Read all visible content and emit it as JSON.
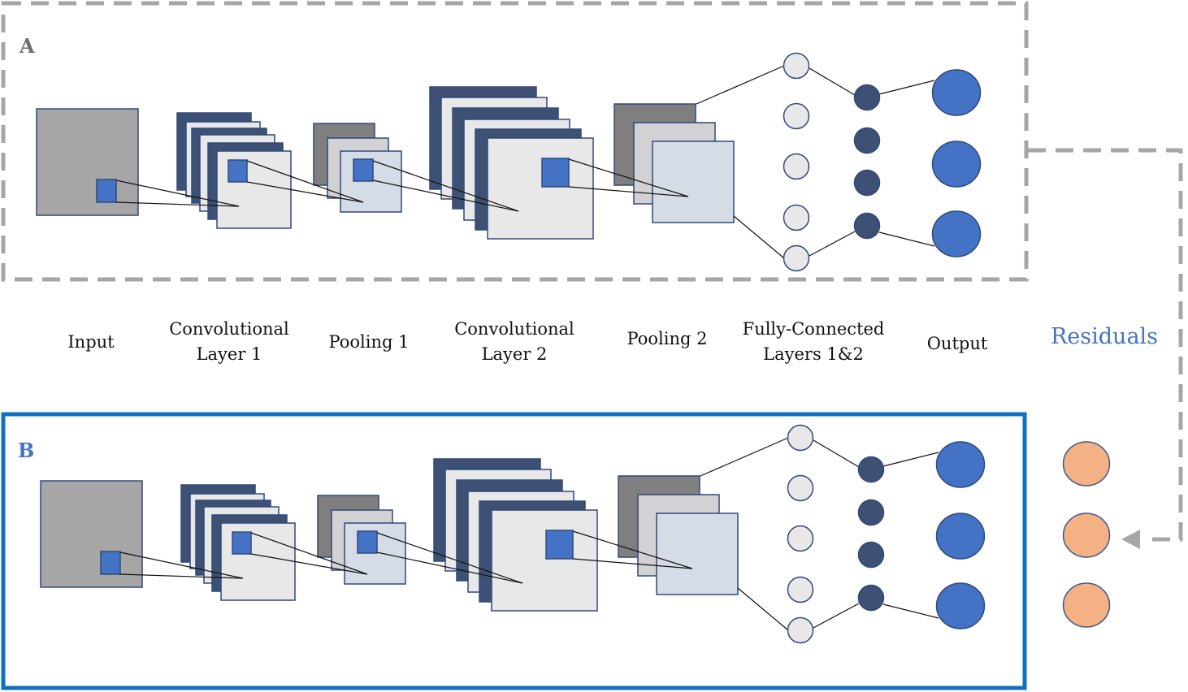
{
  "panel_a_letter": "A",
  "panel_b_letter": "B",
  "labels": {
    "input": "Input",
    "conv1_line1": "Convolutional",
    "conv1_line2": "Layer 1",
    "pool1": "Pooling 1",
    "conv2_line1": "Convolutional",
    "conv2_line2": "Layer 2",
    "pool2": "Pooling 2",
    "fc_line1": "Fully-Connected",
    "fc_line2": "Layers 1&2",
    "output": "Output"
  },
  "residuals_label": "Residuals",
  "colors": {
    "dashed_frame": "#a6a6a6",
    "panel_b_frame": "#0f70c0",
    "dark_navy": "#3e5073",
    "highlight_blue": "#4472c4",
    "input_gray": "#a6a6a6",
    "pool_dark_gray": "#7f7f7f",
    "light_gray": "#e8e8e8",
    "light_blue_gray": "#d6dce5",
    "node_light": "#e8e8e8",
    "residual_orange": "#f4b183",
    "residual_outline": "#3d5a8c",
    "label_blue": "#4472c4"
  }
}
